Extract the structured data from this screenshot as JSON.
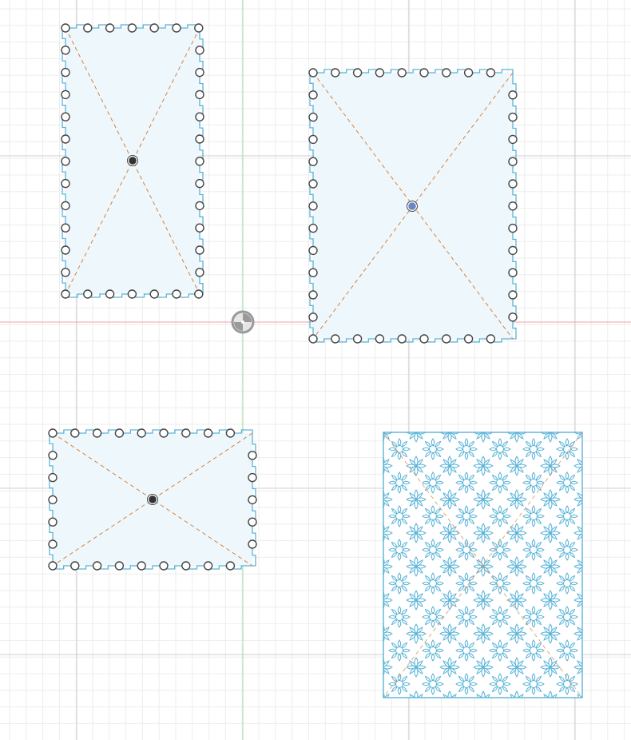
{
  "viewport": {
    "colors": {
      "background": "#ffffff",
      "grid_minor": "#ededed",
      "grid_major": "#cfcfcf",
      "axis_x": "#f0a0a0",
      "axis_y": "#9fe09f",
      "sketch_edge": "#5ab4d8",
      "sketch_fill": "#eef7fc",
      "construction_line": "#d9813a",
      "point_fill": "#ffffff",
      "point_stroke": "#444444",
      "center_point": "#333333",
      "center_point_selected": "#6a86c8",
      "origin": "#aaaaaa"
    },
    "icons": [
      "origin-icon",
      "center-point-icon",
      "sketch-point-icon"
    ],
    "sketches": [
      {
        "name": "sketch-profile-1",
        "selected": false
      },
      {
        "name": "sketch-profile-2",
        "selected": true
      },
      {
        "name": "sketch-profile-3",
        "selected": false
      },
      {
        "name": "sketch-pattern",
        "selected": false
      }
    ]
  }
}
